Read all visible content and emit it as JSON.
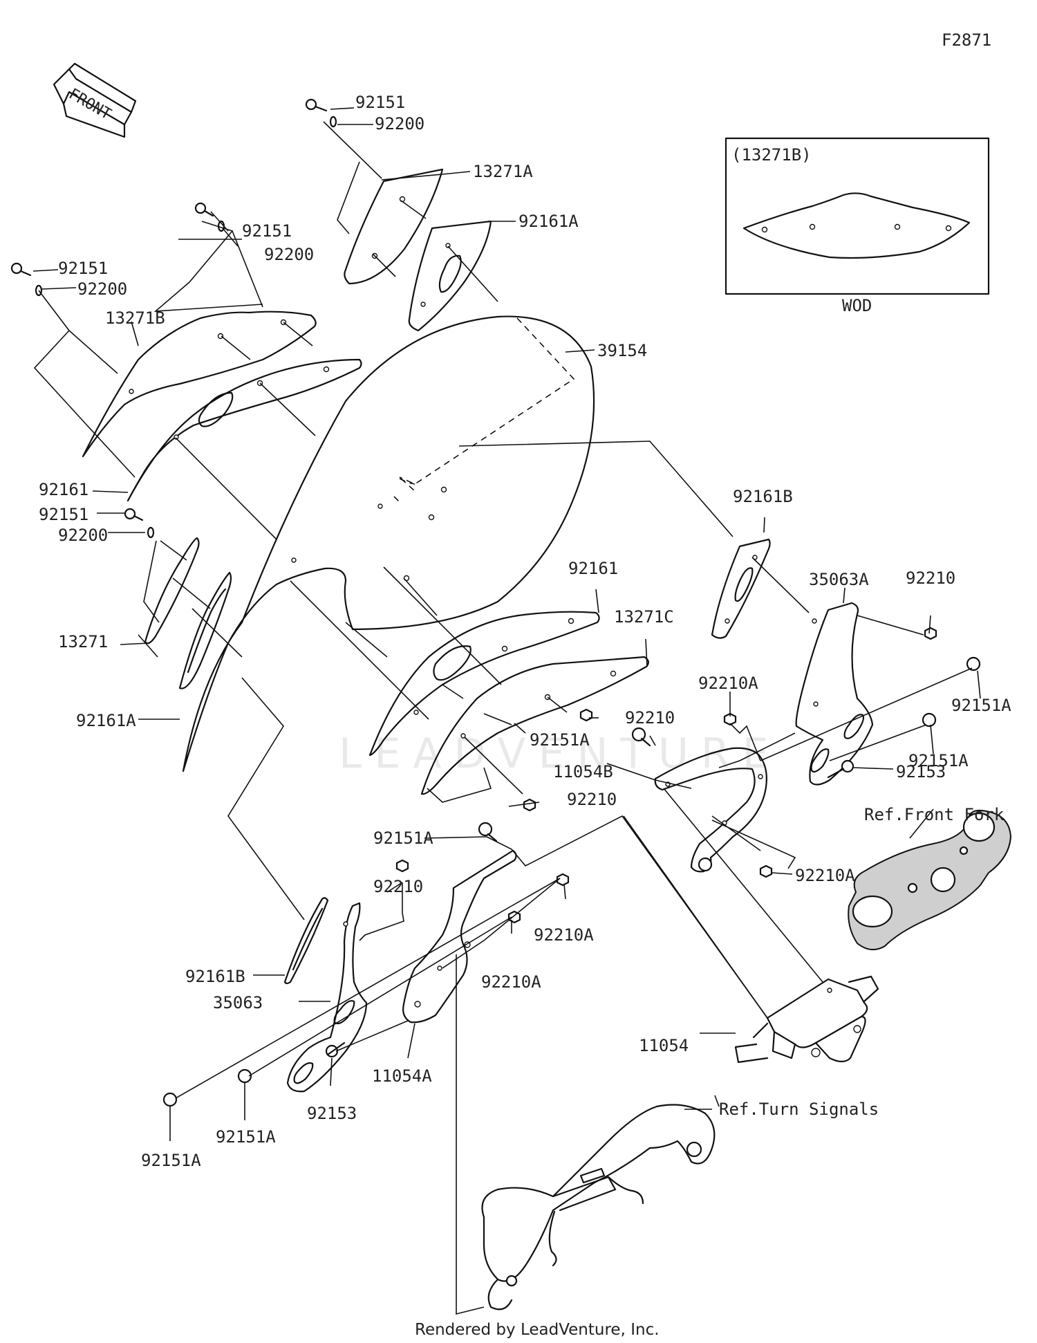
{
  "diagram": {
    "code": "F2871",
    "front_label": "FRONT",
    "footer": "Rendered by LeadVenture, Inc.",
    "watermark": "LEADVENTURE",
    "inset": {
      "title": "(13271B)",
      "caption": "WOD"
    },
    "labels": {
      "n92151_top": "92151",
      "n92200_top": "92200",
      "n13271A": "13271A",
      "n92161A_top": "92161A",
      "n39154": "39154",
      "n92151_l1": "92151",
      "n92200_l1": "92200",
      "n92151_l2": "92151",
      "n92200_l2": "92200",
      "n13271B": "13271B",
      "n92161_left": "92161",
      "n92151_l3": "92151",
      "n92200_l3": "92200",
      "n13271": "13271",
      "n92161A_left": "92161A",
      "n92161_mid": "92161",
      "n13271C": "13271C",
      "n92210_mid": "92210",
      "n92151A_mid": "92151A",
      "n92210_mid2": "92210",
      "n11054B": "11054B",
      "n92210A_mid": "92210A",
      "n92161B_right": "92161B",
      "n35063A": "35063A",
      "n92210_right": "92210",
      "n92151A_r1": "92151A",
      "n92151A_r2": "92151A",
      "n92153_right": "92153",
      "n92210A_right": "92210A",
      "ref_front_fork": "Ref.Front Fork",
      "n92151A_low": "92151A",
      "n92210_low": "92210",
      "n92210A_low1": "92210A",
      "n92210A_low2": "92210A",
      "n92161B_left": "92161B",
      "n35063": "35063",
      "n11054A": "11054A",
      "n11054": "11054",
      "n92153_left": "92153",
      "n92151A_b1": "92151A",
      "n92151A_b2": "92151A",
      "ref_turn_signals": "Ref.Turn Signals"
    }
  }
}
